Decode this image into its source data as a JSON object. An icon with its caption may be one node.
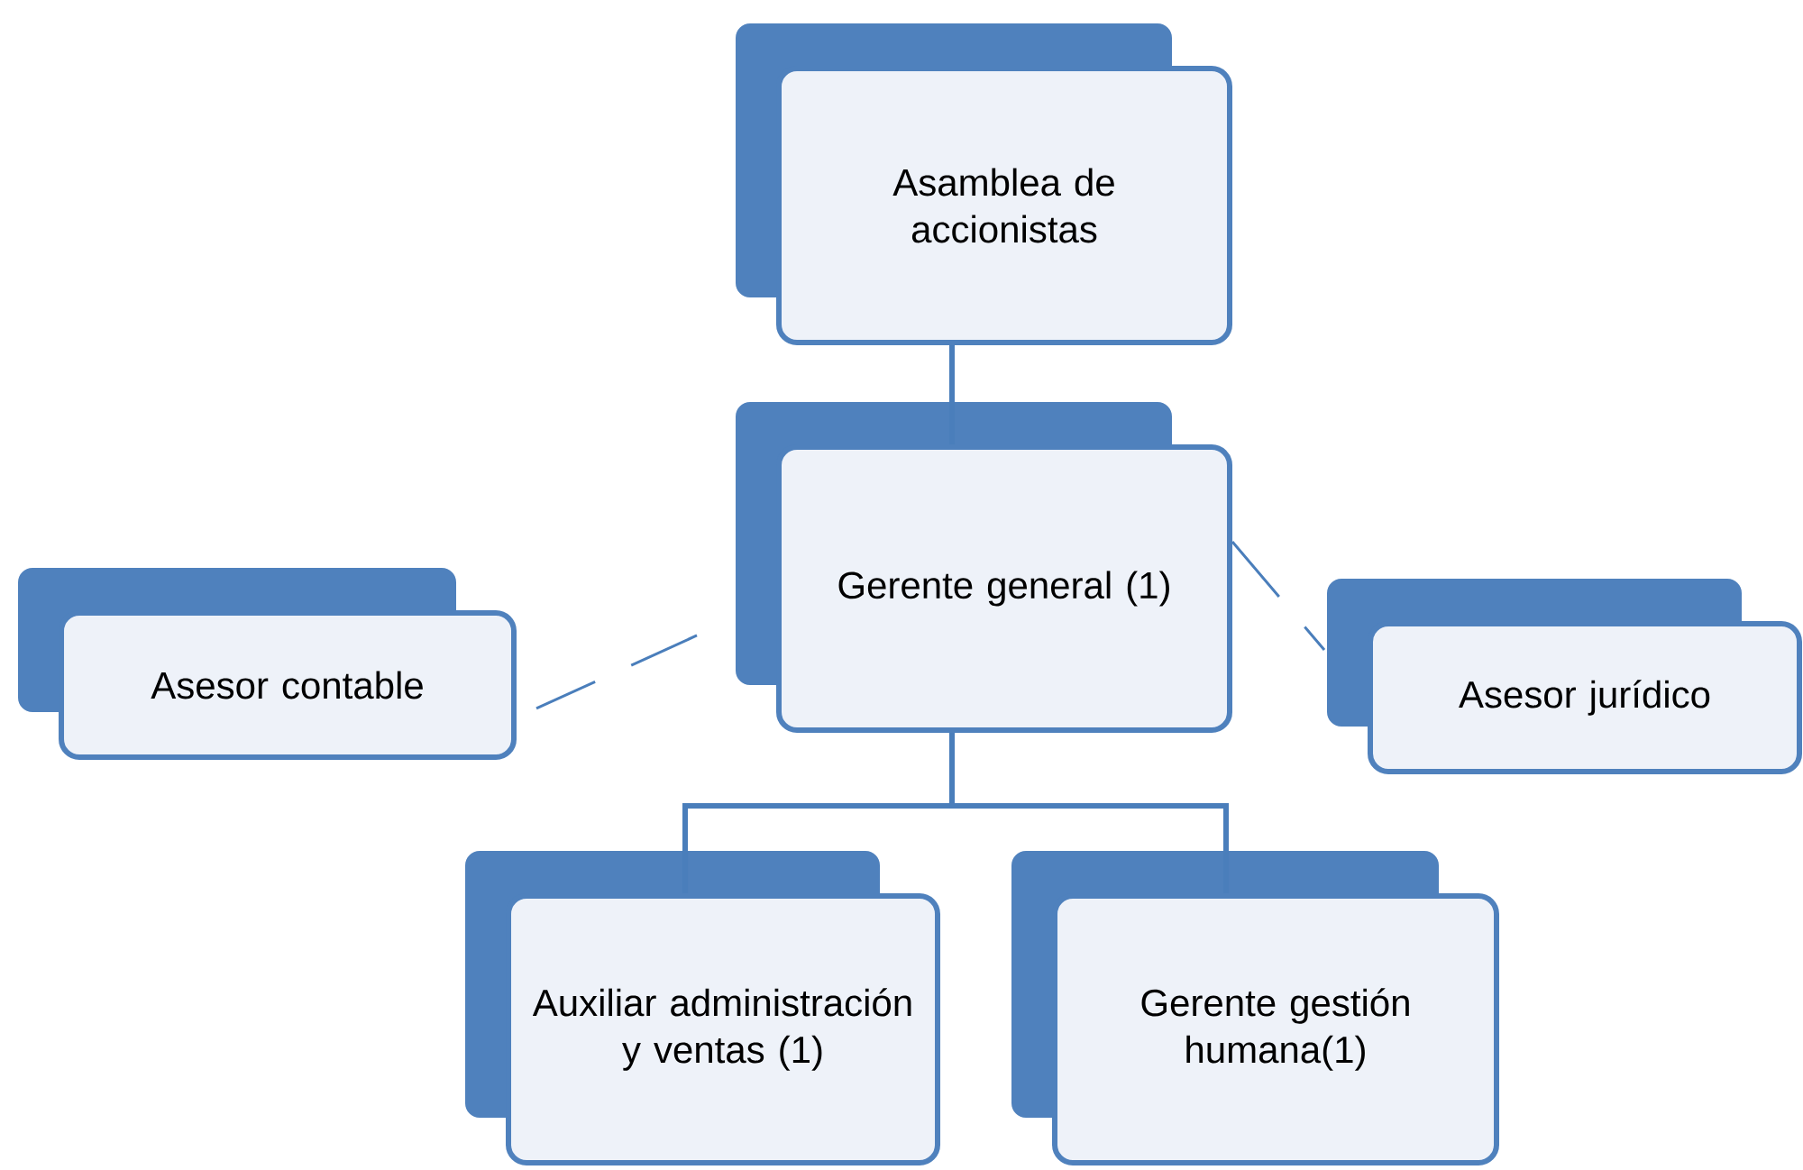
{
  "diagram": {
    "nodes": [
      {
        "text": [
          "Asamblea de accionistas"
        ]
      },
      {
        "text": [
          "Gerente general (1)"
        ]
      },
      {
        "text": [
          "Asesor contable"
        ]
      },
      {
        "text": [
          "Asesor jurídico"
        ]
      },
      {
        "text": [
          "Auxiliar administración y ventas (1)"
        ]
      },
      {
        "text": [
          "Gerente gestión humana(1)"
        ]
      }
    ],
    "edges": [
      {
        "from": 0,
        "to": 1,
        "arrow": "none"
      },
      {
        "from": 1,
        "to": 2,
        "arrow": "none",
        "style": "dashed"
      },
      {
        "from": 1,
        "to": 3,
        "arrow": "none",
        "style": "dashed"
      },
      {
        "from": 1,
        "to": 4,
        "arrow": "none"
      },
      {
        "from": 1,
        "to": 5,
        "arrow": "none"
      }
    ]
  }
}
